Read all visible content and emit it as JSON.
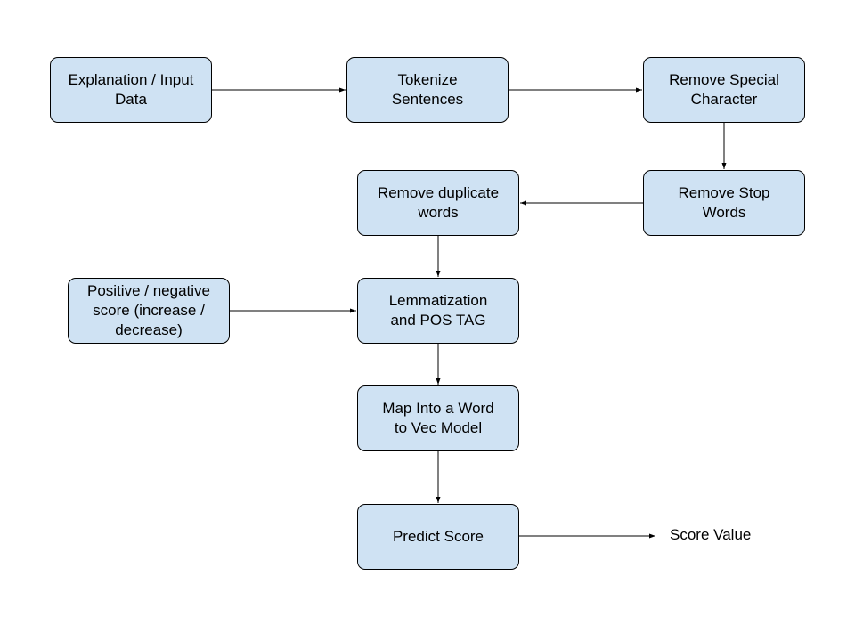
{
  "diagram": {
    "nodes": {
      "input": "Explanation / Input\nData",
      "tokenize": "Tokenize\nSentences",
      "special": "Remove Special\nCharacter",
      "stop": "Remove Stop\nWords",
      "duplicate": "Remove duplicate\nwords",
      "lemma": "Lemmatization\nand POS TAG",
      "score_dir": "Positive / negative\nscore (increase /\ndecrease)",
      "map": "Map Into a Word\nto Vec Model",
      "predict": "Predict Score"
    },
    "output_label": "Score Value",
    "colors": {
      "node_fill": "#cfe2f3",
      "stroke": "#000000"
    },
    "edges": [
      {
        "from": "input",
        "to": "tokenize"
      },
      {
        "from": "tokenize",
        "to": "special"
      },
      {
        "from": "special",
        "to": "stop"
      },
      {
        "from": "stop",
        "to": "duplicate"
      },
      {
        "from": "duplicate",
        "to": "lemma"
      },
      {
        "from": "score_dir",
        "to": "lemma"
      },
      {
        "from": "lemma",
        "to": "map"
      },
      {
        "from": "map",
        "to": "predict"
      },
      {
        "from": "predict",
        "to": "output_label"
      }
    ]
  }
}
